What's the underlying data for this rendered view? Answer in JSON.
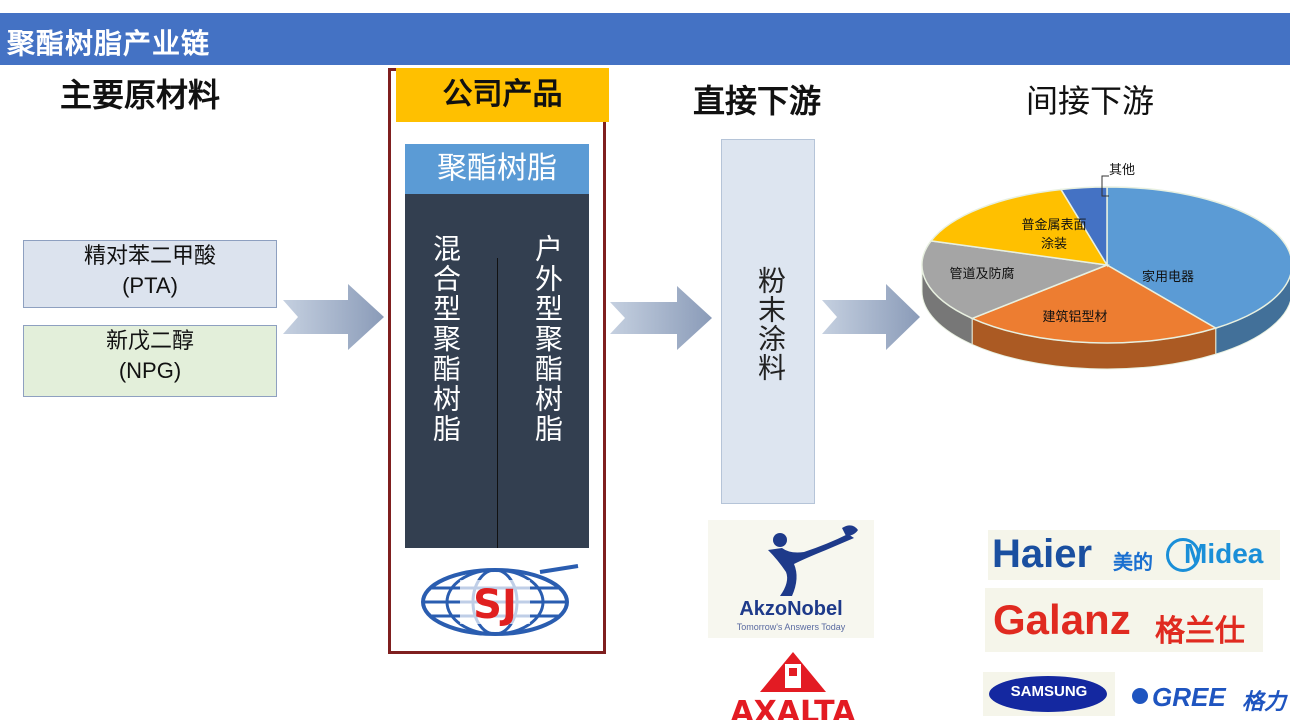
{
  "title": "聚酯树脂产业链",
  "columns": {
    "raw": "主要原材料",
    "company": "公司产品",
    "direct": "直接下游",
    "indirect": "间接下游"
  },
  "raw_materials": [
    {
      "name": "精对苯二甲酸",
      "abbr": "(PTA)"
    },
    {
      "name": "新戊二醇",
      "abbr": "(NPG)"
    }
  ],
  "product": {
    "title": "聚酯树脂",
    "left": "混合型聚酯树脂",
    "right": "户外型聚酯树脂",
    "logo_text": "SJ"
  },
  "direct_product": "粉末涂料",
  "pie": {
    "labels": [
      "家用电器",
      "建筑铝型材",
      "管道及防腐",
      "普金属表面涂装",
      "其他"
    ],
    "values": [
      40,
      23,
      17,
      16,
      4
    ],
    "colors": [
      "#5b9bd5",
      "#ed7d31",
      "#a5a5a5",
      "#ffc000",
      "#4472c4"
    ]
  },
  "pie_labels": {
    "appliance": "家用电器",
    "aluminum": "建筑铝型材",
    "pipe": "管道及防腐",
    "metal_line1": "普金属表面",
    "metal_line2": "涂装",
    "other": "其他"
  },
  "logos": {
    "akzo": "AkzoNobel",
    "akzo_tagline": "Tomorrow's Answers Today",
    "axalta": "AXALTA",
    "haier": "Haier",
    "midea_cn": "美的",
    "midea": "Midea",
    "galanz": "Galanz",
    "galanz_cn": "格兰仕",
    "samsung": "SAMSUNG",
    "gree": "GREE",
    "gree_cn": "格力"
  }
}
